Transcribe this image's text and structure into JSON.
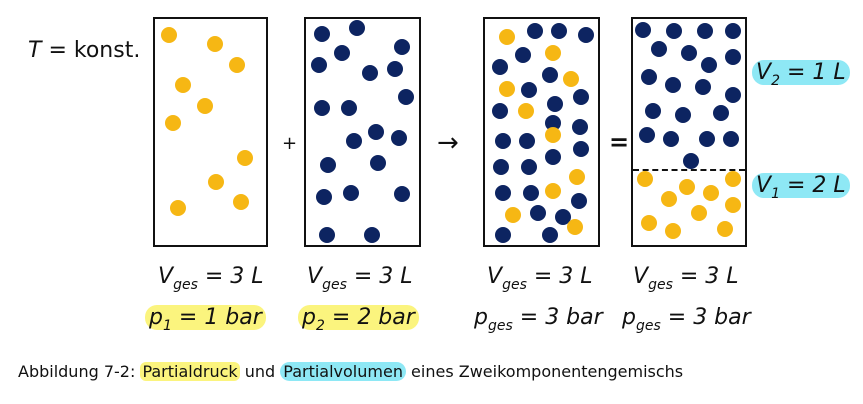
{
  "condition": {
    "var": "T",
    "text": "= konst."
  },
  "operators": {
    "plus": "+",
    "arrow": "→",
    "equals": "="
  },
  "boxes": [
    {
      "volume": {
        "sym": "V",
        "sub": "ges",
        "rest": "= 3 L"
      },
      "pressure": {
        "sym": "p",
        "sub": "1",
        "rest": "= 1 bar",
        "highlight": "yellow"
      }
    },
    {
      "volume": {
        "sym": "V",
        "sub": "ges",
        "rest": "= 3 L"
      },
      "pressure": {
        "sym": "p",
        "sub": "2",
        "rest": "= 2 bar",
        "highlight": "yellow"
      }
    },
    {
      "volume": {
        "sym": "V",
        "sub": "ges",
        "rest": "= 3 L"
      },
      "pressure": {
        "sym": "p",
        "sub": "ges",
        "rest": "= 3 bar"
      }
    },
    {
      "volume": {
        "sym": "V",
        "sub": "ges",
        "rest": "= 3 L"
      },
      "pressure": {
        "sym": "p",
        "sub": "ges",
        "rest": "= 3 bar"
      }
    }
  ],
  "partial_volumes": {
    "upper": {
      "sym": "V",
      "sub": "2",
      "rest": "= 1 L"
    },
    "lower": {
      "sym": "V",
      "sub": "1",
      "rest": "= 2 L"
    }
  },
  "caption": {
    "prefix": "Abbildung 7-2: ",
    "term1": "Partialdruck",
    "middle": " und ",
    "term2": "Partialvolumen",
    "suffix": " eines Zweikomponentengemischs"
  },
  "colors": {
    "component_a": "#f6b714",
    "component_b": "#0d2461",
    "highlight_pressure": "#fbf47e",
    "highlight_volume": "#8ee8f5"
  }
}
